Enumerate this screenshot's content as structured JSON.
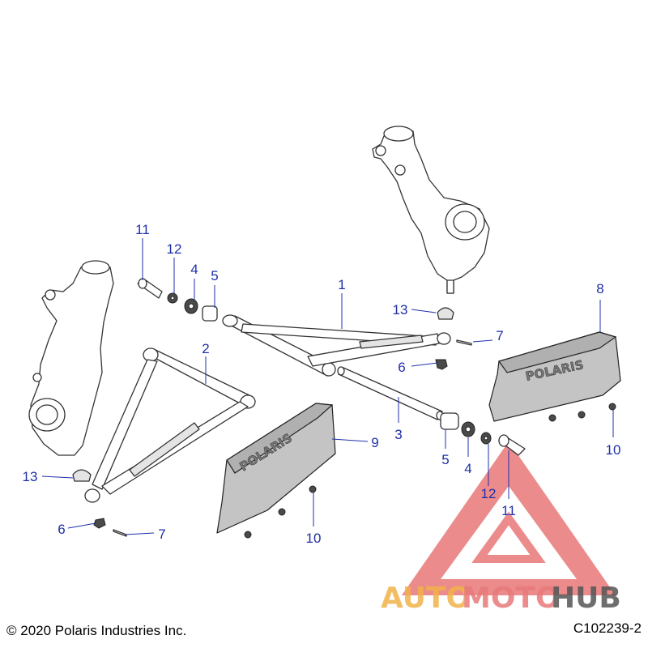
{
  "callouts": [
    {
      "id": "1",
      "label": "1"
    },
    {
      "id": "2",
      "label": "2"
    },
    {
      "id": "3",
      "label": "3"
    },
    {
      "id": "4a",
      "label": "4"
    },
    {
      "id": "4b",
      "label": "4"
    },
    {
      "id": "5a",
      "label": "5"
    },
    {
      "id": "5b",
      "label": "5"
    },
    {
      "id": "6a",
      "label": "6"
    },
    {
      "id": "6b",
      "label": "6"
    },
    {
      "id": "7a",
      "label": "7"
    },
    {
      "id": "7b",
      "label": "7"
    },
    {
      "id": "8",
      "label": "8"
    },
    {
      "id": "9",
      "label": "9"
    },
    {
      "id": "10a",
      "label": "10"
    },
    {
      "id": "10b",
      "label": "10"
    },
    {
      "id": "11a",
      "label": "11"
    },
    {
      "id": "11b",
      "label": "11"
    },
    {
      "id": "12a",
      "label": "12"
    },
    {
      "id": "12b",
      "label": "12"
    },
    {
      "id": "13a",
      "label": "13"
    },
    {
      "id": "13b",
      "label": "13"
    }
  ],
  "guard_brand": "POLARIS",
  "watermark": {
    "part1": "AUTO",
    "part2": "MOTO",
    "part3": "HUB",
    "color_part1": "#f2b24a",
    "color_part2": "#e87a7a",
    "color_part3": "#555555",
    "triangle_color": "#e24a4a"
  },
  "footer": {
    "copyright": "© 2020 Polaris Industries Inc.",
    "figure_code": "C102239-2"
  }
}
